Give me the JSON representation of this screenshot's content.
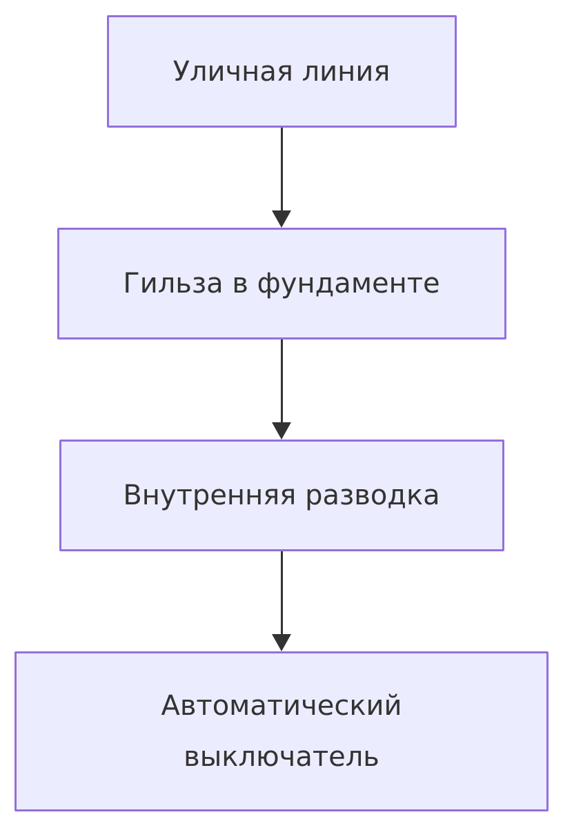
{
  "diagram": {
    "type": "flowchart",
    "direction": "top-down",
    "nodes": [
      {
        "id": "A",
        "label": "Уличная линия"
      },
      {
        "id": "B",
        "label": "Гильза в фундаменте"
      },
      {
        "id": "C",
        "label": "Внутренняя разводка"
      },
      {
        "id": "D",
        "label": "Автоматический выключатель"
      }
    ],
    "edges": [
      {
        "from": "A",
        "to": "B",
        "style": "arrow-down"
      },
      {
        "from": "B",
        "to": "C",
        "style": "arrow-down"
      },
      {
        "from": "C",
        "to": "D",
        "style": "arrow-down"
      }
    ],
    "colors": {
      "background": "#FFFFFF",
      "node_fill": "#ECECFF",
      "node_border": "#9370DB",
      "text": "#333333",
      "arrow": "#333333"
    }
  }
}
